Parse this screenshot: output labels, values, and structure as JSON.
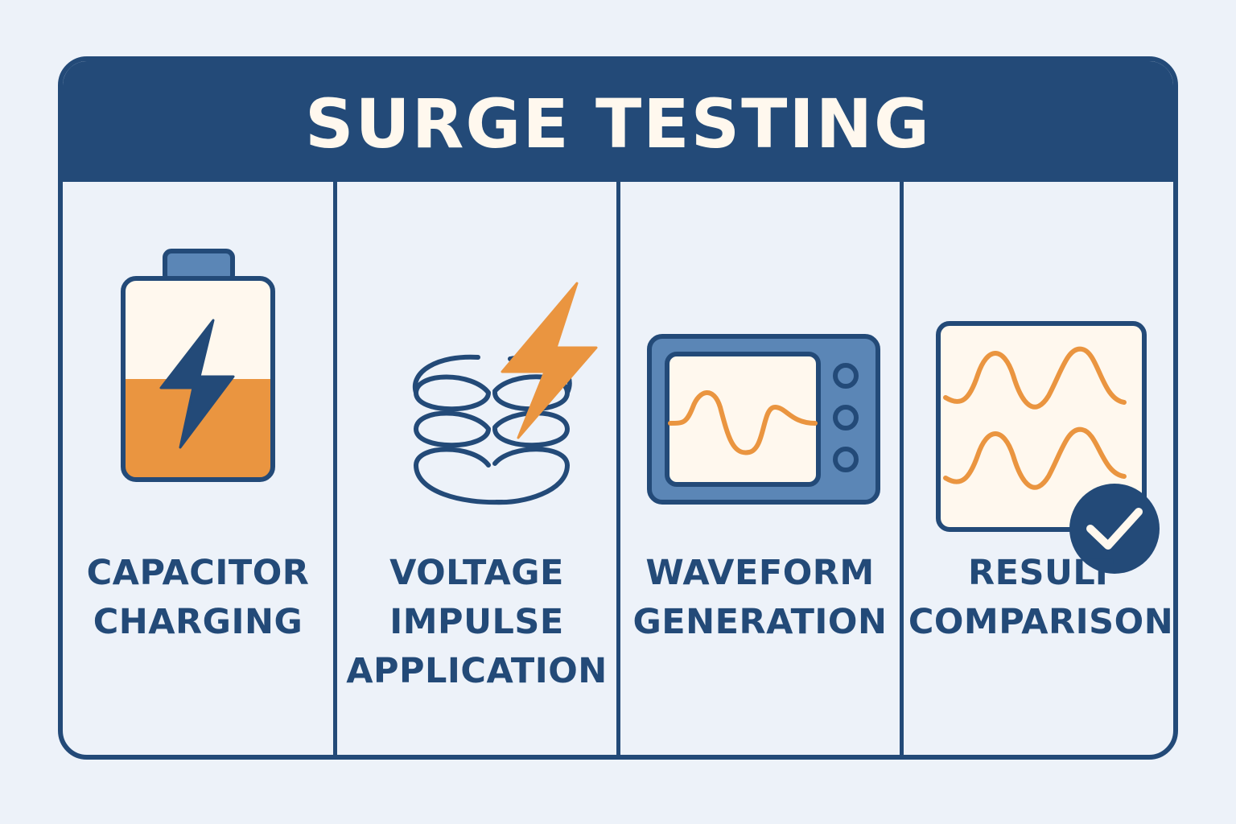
{
  "title": "SURGE TESTING",
  "colors": {
    "navy": "#234a78",
    "orange": "#ea9540",
    "cream": "#fff8ee",
    "steel_blue": "#5b86b6",
    "background": "#edf2f9"
  },
  "steps": [
    {
      "icon": "battery-charging-icon",
      "label_lines": [
        "CAPACITOR",
        "CHARGING"
      ]
    },
    {
      "icon": "lightning-coil-icon",
      "label_lines": [
        "VOLTAGE",
        "IMPULSE",
        "APPLICATION"
      ]
    },
    {
      "icon": "oscilloscope-icon",
      "label_lines": [
        "WAVEFORM",
        "GENERATION"
      ]
    },
    {
      "icon": "waveform-check-icon",
      "label_lines": [
        "RESULT",
        "COMPARISON"
      ]
    }
  ]
}
